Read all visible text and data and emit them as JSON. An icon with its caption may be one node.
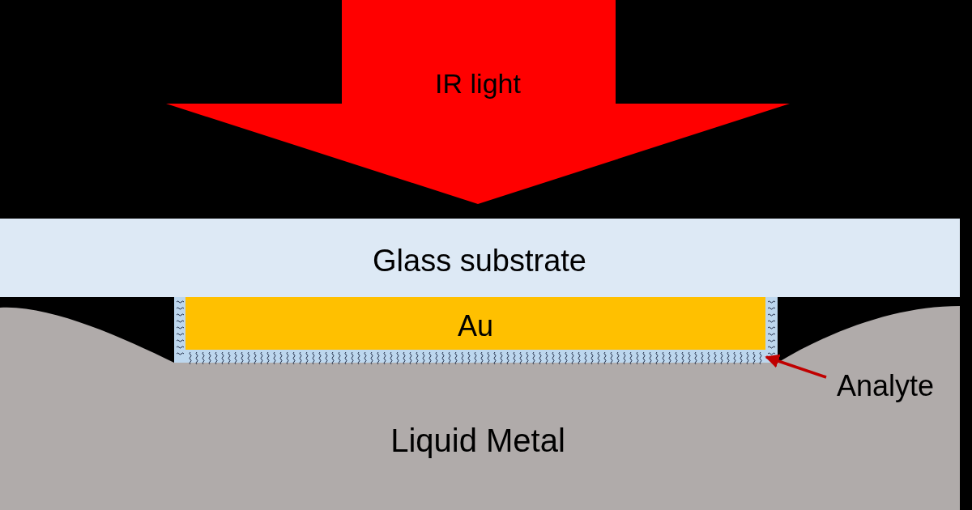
{
  "diagram": {
    "nodes": [
      {
        "text": [
          "IR light"
        ]
      },
      {
        "text": [
          "Glass substrate"
        ]
      },
      {
        "text": [],
        "shape": "box"
      },
      {
        "text": [
          "Au"
        ],
        "in": 2
      },
      {
        "text": [
          "Liquid Metal"
        ]
      },
      {
        "text": [
          "Analyte"
        ],
        "in": 4
      }
    ],
    "edges": [
      {
        "from": 5,
        "to": 2,
        "arrow": "to",
        "color": "#c00000"
      }
    ]
  }
}
